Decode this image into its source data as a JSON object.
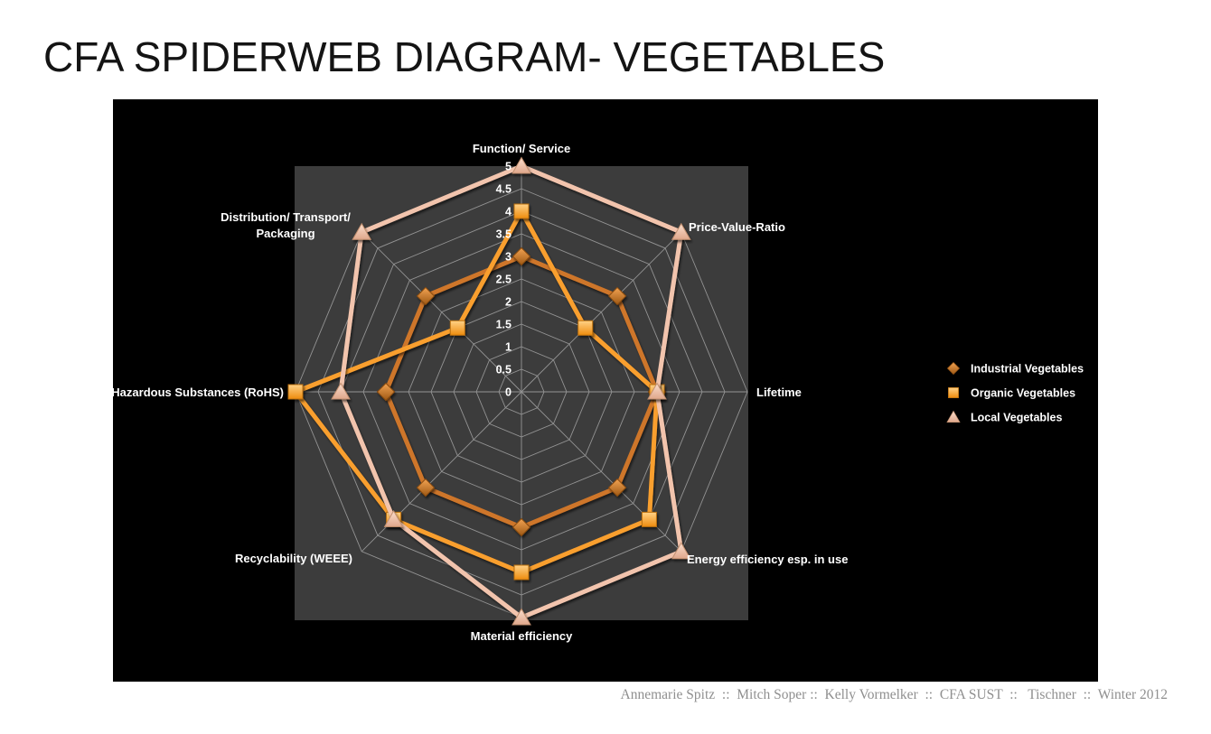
{
  "page": {
    "title": "CFA SPIDERWEB DIAGRAM- VEGETABLES",
    "footer": "Annemarie Spitz  ::  Mitch Soper ::  Kelly Vormelker  ::  CFA SUST  ::   Tischner  ::  Winter 2012"
  },
  "chart_data": {
    "type": "radar",
    "categories": [
      "Function/ Service",
      "Price-Value-Ratio",
      "Lifetime",
      "Energy efficiency esp. in use",
      "Material efficiency",
      "Recyclability (WEEE)",
      "Hazardous Substances (RoHS)",
      "Distribution/ Transport/\nPackaging"
    ],
    "axis": {
      "min": 0,
      "max": 5,
      "step": 0.5,
      "ticks": [
        "0",
        "0.5",
        "1",
        "1.5",
        "2",
        "2.5",
        "3",
        "3.5",
        "4",
        "4.5",
        "5"
      ]
    },
    "series": [
      {
        "name": "Industrial Vegetables",
        "marker": "diamond",
        "line_color": "#CE7629",
        "marker_light": "#F2A352",
        "marker_dark": "#9E5814",
        "marker_stroke": "#8A4C10",
        "values": [
          3,
          3,
          3,
          3,
          3,
          3,
          3,
          3
        ]
      },
      {
        "name": "Organic Vegetables",
        "marker": "square",
        "line_color": "#F99F2F",
        "marker_light": "#FFD186",
        "marker_dark": "#EE8C0E",
        "marker_stroke": "#BC7010",
        "values": [
          4,
          2,
          3,
          4,
          4,
          4,
          5,
          2
        ]
      },
      {
        "name": "Local Vegetables",
        "marker": "triangle",
        "line_color": "#F2C4AD",
        "marker_light": "#FBDECD",
        "marker_dark": "#DFA78B",
        "marker_stroke": "#C2906F",
        "values": [
          5,
          5,
          3,
          5,
          5,
          4,
          4,
          5
        ]
      }
    ],
    "legend_position": "right",
    "grid": true,
    "colors": {
      "chart_bg": "#000000",
      "plot_bg": "#3C3C3C",
      "grid": "#A3A3A3",
      "label": "#FFFFFF"
    }
  }
}
